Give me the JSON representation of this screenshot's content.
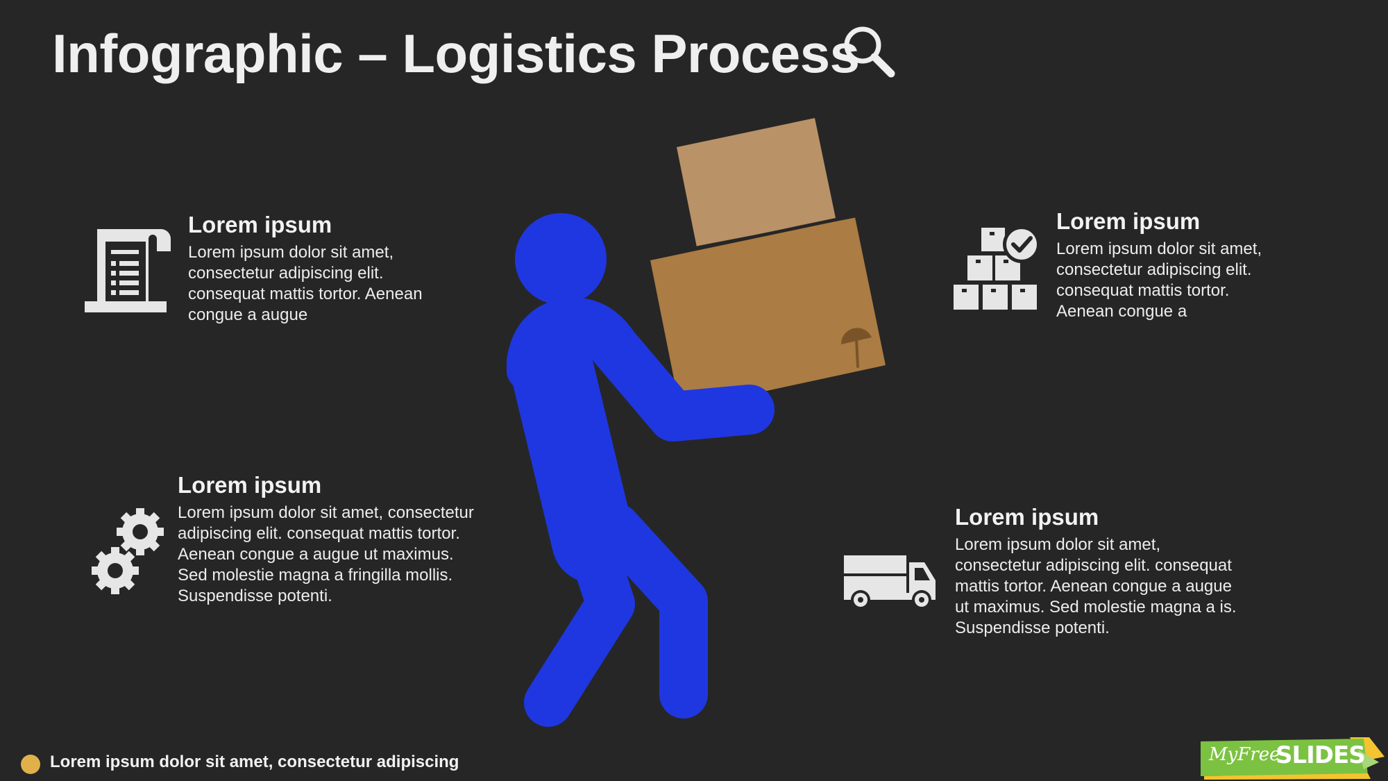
{
  "title": "Infographic – Logistics Process",
  "colors": {
    "background": "#262626",
    "figure": "#1f37e0",
    "box_light": "#b99267",
    "box_dark": "#ab7c43",
    "icon": "#e6e6e6",
    "accent_dot": "#e0b14a",
    "brand_green": "#7cc242",
    "brand_yellow": "#f4c430"
  },
  "blocks": [
    {
      "heading": "Lorem ipsum",
      "lines": [
        "Lorem ipsum dolor sit amet,",
        "consectetur adipiscing elit.",
        "consequat mattis tortor. Aenean",
        "congue a augue"
      ],
      "icon": "receipt-icon"
    },
    {
      "heading": "Lorem ipsum",
      "lines": [
        "Lorem ipsum dolor sit amet,",
        "consectetur adipiscing elit.",
        "consequat mattis tortor.",
        "Aenean congue a"
      ],
      "icon": "stacked-boxes-check-icon"
    },
    {
      "heading": "Lorem ipsum",
      "lines": [
        "Lorem ipsum dolor sit amet, consectetur",
        "adipiscing elit. consequat mattis tortor.",
        "Aenean congue a augue ut maximus.",
        "Sed molestie magna a fringilla mollis.",
        "Suspendisse potenti."
      ],
      "icon": "gears-icon"
    },
    {
      "heading": "Lorem ipsum",
      "lines": [
        "Lorem ipsum dolor sit amet,",
        "consectetur adipiscing elit. consequat",
        "mattis tortor. Aenean congue a augue",
        "ut maximus. Sed molestie magna a is.",
        "Suspendisse potenti."
      ],
      "icon": "truck-icon"
    }
  ],
  "footer": {
    "text": "Lorem ipsum dolor sit amet, consectetur adipiscing"
  },
  "brand": {
    "script": "MyFree",
    "bold": "SLIDES"
  }
}
